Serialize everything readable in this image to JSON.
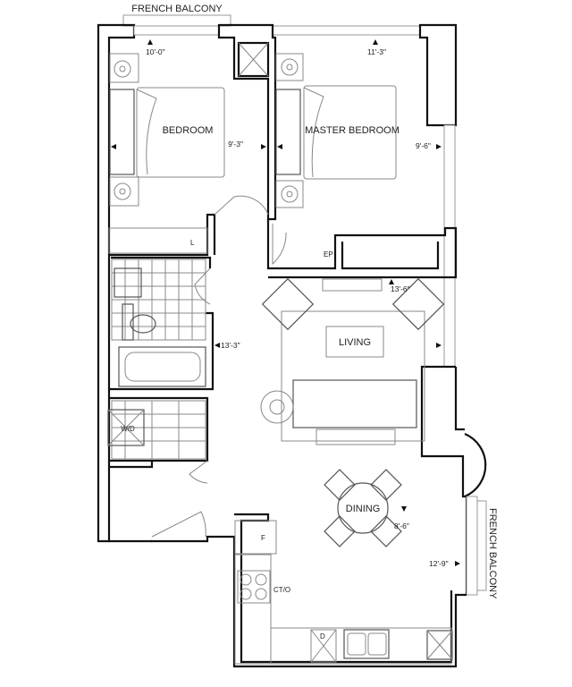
{
  "rooms": {
    "bedroom": "BEDROOM",
    "master_bedroom": "MASTER BEDROOM",
    "living": "LIVING",
    "dining": "DINING"
  },
  "balconies": {
    "top": "FRENCH BALCONY",
    "right": "FRENCH BALCONY"
  },
  "dimensions": {
    "bedroom_width": "10'-0\"",
    "bedroom_depth": "9'-3\"",
    "master_width": "11'-3\"",
    "master_depth": "9'-6\"",
    "living_width": "13'-6\"",
    "living_depth": "13'-3\"",
    "dining_width": "8'-6\"",
    "dining_depth": "12'-9\""
  },
  "fixtures": {
    "linen": "L",
    "electrical_panel": "EP",
    "washer_dryer": "W/D",
    "fridge": "F",
    "cooktop_oven": "CT/O",
    "dishwasher": "D"
  }
}
